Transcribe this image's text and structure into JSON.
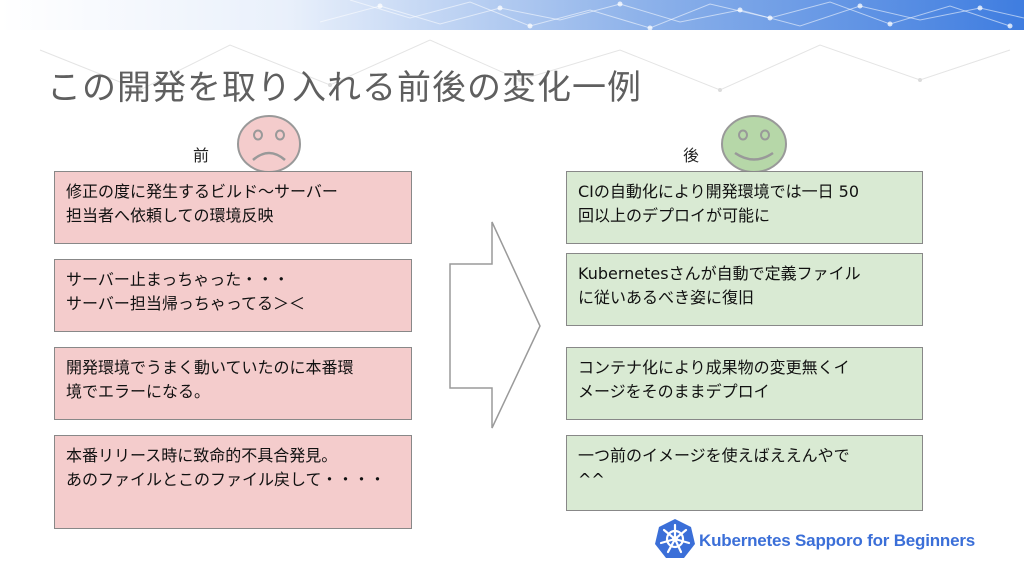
{
  "slide": {
    "title": "この開発を取り入れる前後の変化一例",
    "before_label": "前",
    "after_label": "後",
    "before_items": [
      {
        "line1": "修正の度に発生するビルド〜サーバー",
        "line2": "担当者へ依頼しての環境反映"
      },
      {
        "line1": "サーバー止まっちゃった・・・",
        "line2": "サーバー担当帰っちゃってる＞＜"
      },
      {
        "line1": "開発環境でうまく動いていたのに本番環",
        "line2": "境でエラーになる。"
      },
      {
        "line1": "本番リリース時に致命的不具合発見。",
        "line2": "あのファイルとこのファイル戻して・・・・"
      }
    ],
    "after_items": [
      {
        "line1": "CIの自動化により開発環境では一日 50",
        "line2": "回以上のデプロイが可能に"
      },
      {
        "line1": "Kubernetesさんが自動で定義ファイル",
        "line2": "に従いあるべき姿に復旧"
      },
      {
        "line1": "コンテナ化により成果物の変更無くイ",
        "line2": "メージをそのままデプロイ"
      },
      {
        "line1": "一つ前のイメージを使えばええんやで",
        "line2": "^^"
      }
    ],
    "brand": "Kubernetes Sapporo for Beginners"
  },
  "icons": {
    "sad_face": "sad-face-icon",
    "happy_face": "happy-face-icon",
    "arrow": "right-arrow-icon",
    "logo": "kubernetes-helm-icon"
  },
  "colors": {
    "before_card": "#f4cccc",
    "after_card": "#d9ead3",
    "sad_face": "#f4cccc",
    "happy_face": "#b6d7a8",
    "brand": "#3b6fd8",
    "banner": "#3f7de0"
  }
}
